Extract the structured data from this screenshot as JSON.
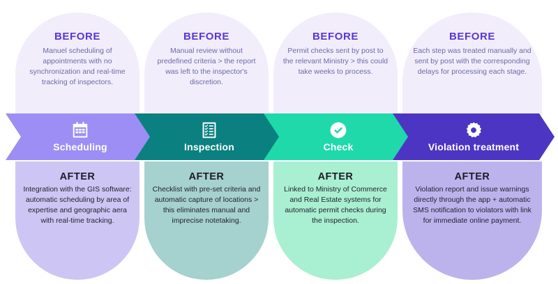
{
  "infographic": {
    "before_label": "BEFORE",
    "after_label": "AFTER",
    "steps": [
      {
        "id": "scheduling",
        "band_label": "Scheduling",
        "icon": "calendar-icon",
        "band_color": "#9d8ef5",
        "after_color": "#cdc6f4",
        "before_color": "#f1edfb",
        "before_text": "Manuel scheduling of appointments with no synchronization and real-time tracking of inspectors.",
        "after_text": "Integration with the GIS software: automatic scheduling by area of expertise and geographic aera with real-time tracking."
      },
      {
        "id": "inspection",
        "band_label": "Inspection",
        "icon": "clipboard-checklist-icon",
        "band_color": "#0b8080",
        "after_color": "#a5d1ce",
        "before_color": "#f1edfb",
        "before_text": "Manual review without predefined criteria > the report was left to the inspector's discretion.",
        "after_text": "Checklist with pre-set criteria and automatic capture of locations > this eliminates manual and imprecise notetaking."
      },
      {
        "id": "check",
        "band_label": "Check",
        "icon": "check-circle-icon",
        "band_color": "#1fd9ab",
        "after_color": "#a9efd2",
        "before_color": "#f1edfb",
        "before_text": "Permit checks sent by post to the relevant Ministry > this could take weeks to process.",
        "after_text": "Linked to Ministry of Commerce and Real Estate systems for automatic permit checks during the inspection."
      },
      {
        "id": "violation-treatment",
        "band_label": "Violation treatment",
        "icon": "gear-icon",
        "band_color": "#4d35c4",
        "after_color": "#bdb3ec",
        "before_color": "#f1edfb",
        "before_text": "Each step was treated manually and sent by post with the corresponding delays for processing each stage.",
        "after_text": "Violation report and issue warnings directly through the app + automatic SMS notification to violators with link for immediate online payment."
      }
    ]
  }
}
